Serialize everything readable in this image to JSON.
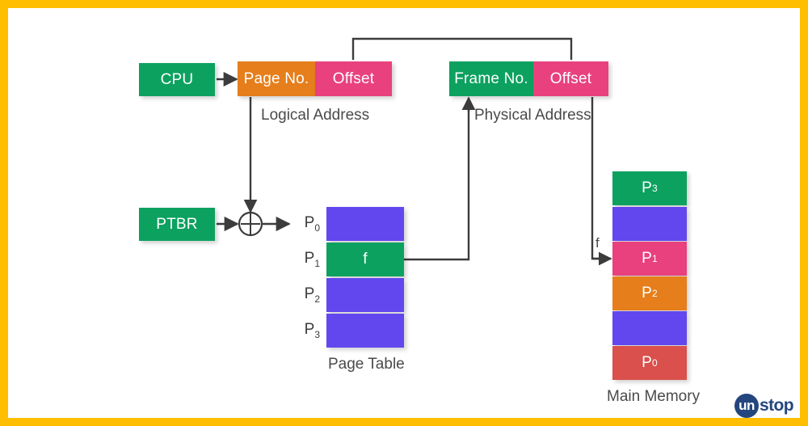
{
  "diagram": {
    "title": "Paging address translation",
    "colors": {
      "border": "#FFBF00",
      "green": "#0DA160",
      "purple": "#6247EE",
      "pink": "#E8417E",
      "orange": "#E57E1B",
      "red": "#D9504C",
      "line": "#3c3c3c",
      "text": "#4a4a4a"
    },
    "nodes": {
      "cpu": "CPU",
      "page_no": "Page No.",
      "offset_logical": "Offset",
      "frame_no": "Frame No.",
      "offset_physical": "Offset",
      "ptbr": "PTBR",
      "adder": "plus-operator"
    },
    "captions": {
      "logical_address": "Logical Address",
      "physical_address": "Physical Address",
      "page_table": "Page Table",
      "main_memory": "Main Memory",
      "frame_pointer": "f"
    },
    "page_table": {
      "labels": [
        {
          "base": "P",
          "sub": "0"
        },
        {
          "base": "P",
          "sub": "1"
        },
        {
          "base": "P",
          "sub": "2"
        },
        {
          "base": "P",
          "sub": "3"
        }
      ],
      "rows": [
        {
          "value": "",
          "color": "purple"
        },
        {
          "value": "f",
          "color": "green"
        },
        {
          "value": "",
          "color": "purple"
        },
        {
          "value": "",
          "color": "purple"
        }
      ]
    },
    "main_memory": {
      "rows": [
        {
          "base": "P",
          "sub": "3",
          "color": "green"
        },
        {
          "base": "",
          "sub": "",
          "color": "purple"
        },
        {
          "base": "P",
          "sub": "1",
          "color": "pink"
        },
        {
          "base": "P",
          "sub": "2",
          "color": "orange"
        },
        {
          "base": "",
          "sub": "",
          "color": "purple"
        },
        {
          "base": "P",
          "sub": "0",
          "color": "red"
        }
      ]
    },
    "logo": {
      "mark": "un",
      "word": "stop"
    }
  }
}
